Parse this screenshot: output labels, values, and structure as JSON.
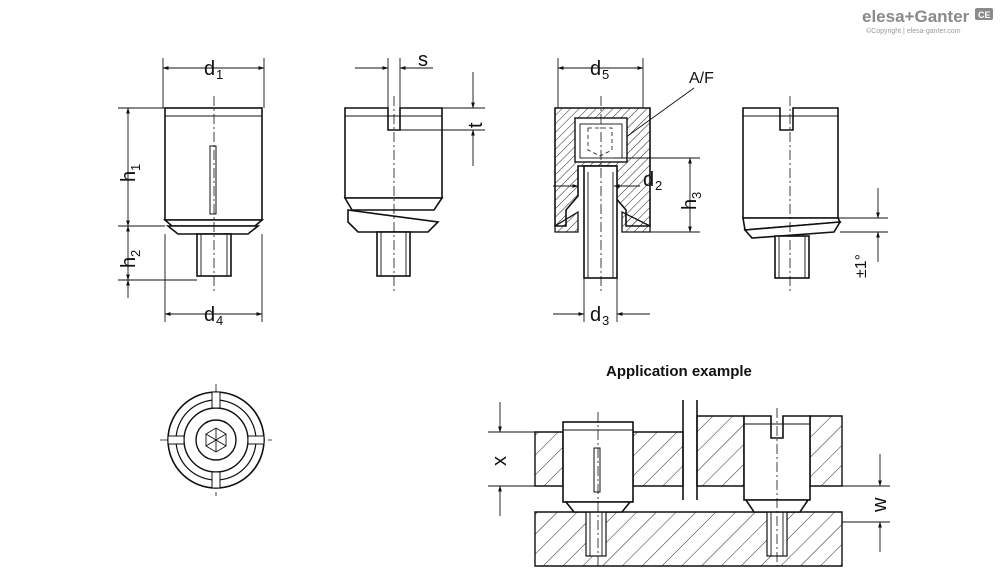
{
  "brand": {
    "logo": "elesa+Ganter",
    "badge": "CE",
    "copyright": "©Copyright | elesa-ganter.com"
  },
  "labels": {
    "d1": "d",
    "d1_sub": "1",
    "d4": "d",
    "d4_sub": "4",
    "d5": "d",
    "d5_sub": "5",
    "d2": "d",
    "d2_sub": "2",
    "d3": "d",
    "d3_sub": "3",
    "h1": "h",
    "h1_sub": "1",
    "h2": "h",
    "h2_sub": "2",
    "h3": "h",
    "h3_sub": "3",
    "s": "s",
    "t": "t",
    "af": "A/F",
    "angle": "±1°",
    "x": "x",
    "w": "w"
  },
  "application": {
    "title": "Application example"
  }
}
